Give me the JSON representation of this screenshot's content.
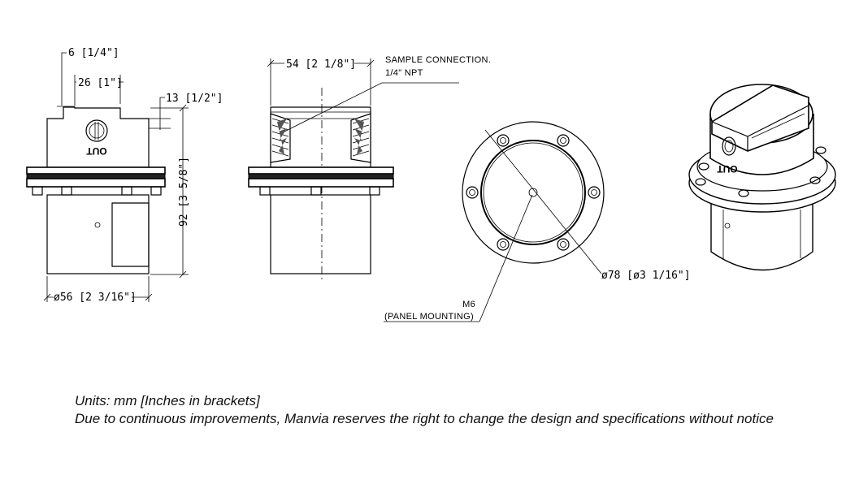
{
  "dimensions": {
    "d_6": "6 [1/4\"]",
    "d_26": "26 [1\"]",
    "d_13": "13 [1/2\"]",
    "d_92": "92 [3 5/8\"]",
    "d_56": "ø56 [2 3/16\"]",
    "d_54": "54 [2 1/8\"]",
    "d_78": "ø78 [ø3 1/16\"]"
  },
  "callouts": {
    "sample_line1": "SAMPLE CONNECTION.",
    "sample_line2": "1/4\" NPT",
    "m6_line1": "M6",
    "m6_line2": "(PANEL MOUNTING)"
  },
  "port_label": "OUT",
  "notes": {
    "units": "Units: mm [Inches in brackets]",
    "disclaimer": "Due to continuous improvements, Manvia reserves the right to change the design and specifications without notice"
  }
}
